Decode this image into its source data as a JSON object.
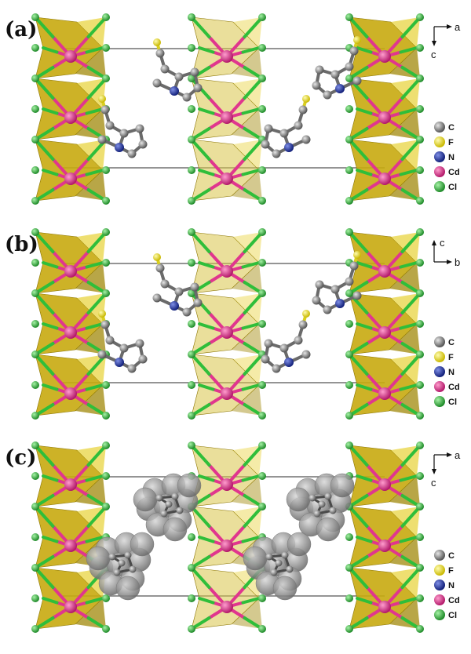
{
  "panels": [
    {
      "label": "(a)",
      "axes": {
        "horizontal": "a",
        "vertical": "c"
      },
      "legend": [
        "C",
        "F",
        "N",
        "Cd",
        "Cl"
      ],
      "shaded_cations": false
    },
    {
      "label": "(b)",
      "axes": {
        "horizontal": "b",
        "vertical": "c"
      },
      "legend": [
        "C",
        "F",
        "N",
        "Cd",
        "Cl"
      ],
      "shaded_cations": false
    },
    {
      "label": "(c)",
      "axes": {
        "horizontal": "a",
        "vertical": "c"
      },
      "legend": [
        "C",
        "F",
        "N",
        "Cd",
        "Cl"
      ],
      "shaded_cations": true
    }
  ],
  "atom_colors": {
    "C": "#8c8c8c",
    "F": "#f2ea1a",
    "N": "#2536a8",
    "Cd": "#e0368e",
    "Cl": "#2fbe3a"
  },
  "octahedra_color": "#c8aa10"
}
